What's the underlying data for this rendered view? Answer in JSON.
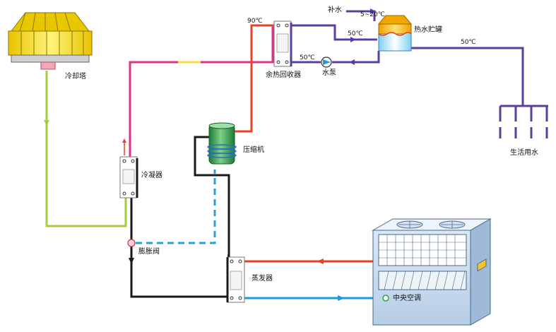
{
  "labels": {
    "cooling_tower": "冷却塔",
    "condenser": "冷凝器",
    "expansion_valve": "膨胀阀",
    "compressor": "压缩机",
    "evaporator": "蒸发器",
    "heat_recovery": "余热回收器",
    "water_pump": "水泵",
    "hot_water_tank": "热水贮罐",
    "makeup_water": "补水",
    "domestic_water": "生活用水",
    "central_ac": "中央空调"
  },
  "temperatures": {
    "compressor_out": "90℃",
    "makeup_range": "5~20℃",
    "tank_in": "50℃",
    "domestic_out": "50℃",
    "recovery_out": "50℃"
  },
  "colors": {
    "cooling_water": "#a6cc3c",
    "hot_refrigerant": "#e8402a",
    "high_pressure": "#e0308a",
    "liquid_line": "#1a1a1a",
    "hot_water": "#5b3fa0",
    "chilled_return": "#e8402a",
    "chilled_supply": "#1f9ad6",
    "expansion_dash": "#2a9fdc"
  }
}
